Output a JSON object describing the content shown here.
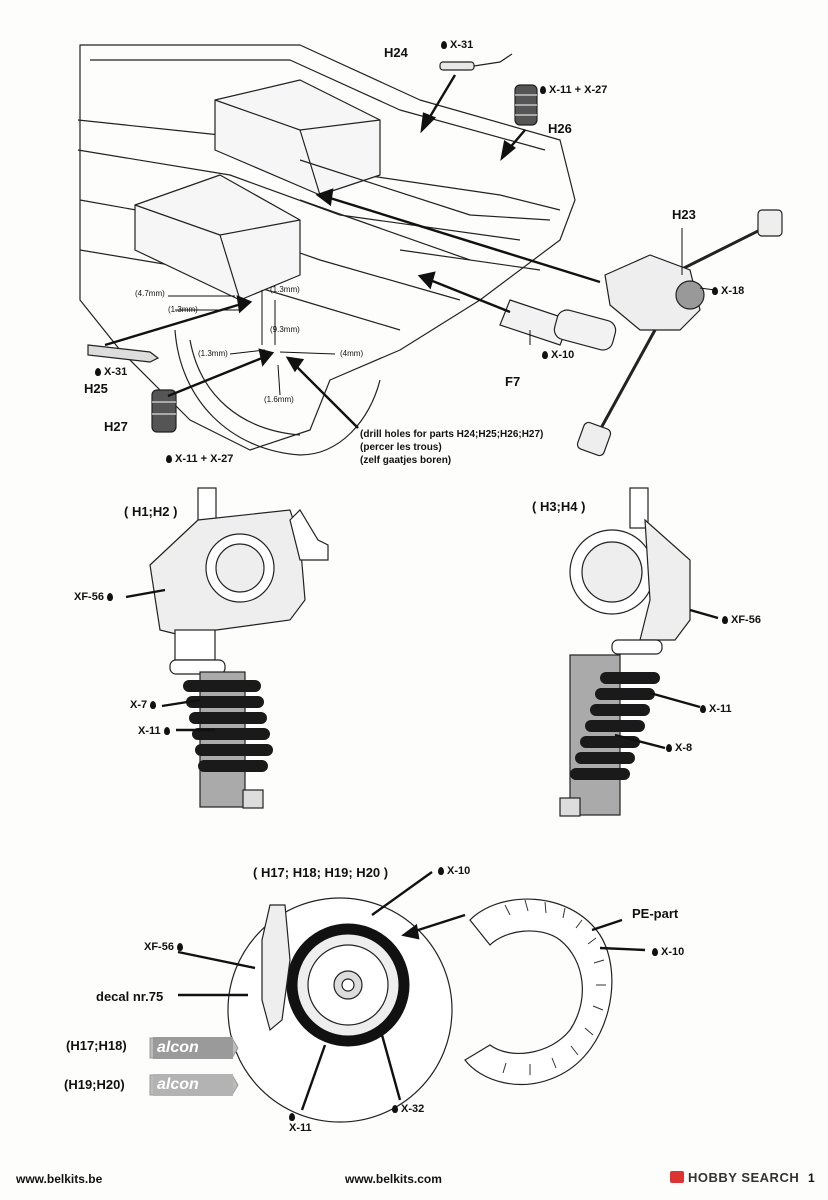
{
  "labels": {
    "h24": "H24",
    "h26": "H26",
    "h23": "H23",
    "h25": "H25",
    "h27": "H27",
    "f7": "F7",
    "h1h2": "( H1;H2 )",
    "h3h4": "( H3;H4 )",
    "h17to20": "( H17; H18; H19; H20 )",
    "pe_part": "PE-part",
    "decal": "decal nr.75",
    "h17h18": "(H17;H18)",
    "h19h20": "(H19;H20)"
  },
  "paints": {
    "h24": "X-31",
    "h26": "X-11 + X-27",
    "h23": "X-18",
    "h25": "X-31",
    "h27": "X-11 + X-27",
    "f7": "X-10",
    "h1_body": "XF-56",
    "h1_spring": "X-7",
    "h1_spring2": "X-11",
    "h3_body": "XF-56",
    "h3_spring": "X-11",
    "h3_spring2": "X-8",
    "disc_top": "X-10",
    "caliper": "XF-56",
    "pe_ring": "X-10",
    "disc_bottom": "X-11",
    "disc_ring": "X-32"
  },
  "dims": {
    "d47": "(4.7mm)",
    "d13a": "(1.3mm)",
    "d13b": "(1.3mm)",
    "d93": "(9.3mm)",
    "d13c": "(1.3mm)",
    "d4": "(4mm)",
    "d16": "(1.6mm)"
  },
  "notes": {
    "line1": "(drill holes for parts H24;H25;H26;H27)",
    "line2": "(percer les trous)",
    "line3": "(zelf gaatjes boren)"
  },
  "decal_text": "alcon",
  "footer": {
    "left": "www.belkits.be",
    "center": "www.belkits.com",
    "brand": "HOBBY SEARCH",
    "page": "1"
  }
}
